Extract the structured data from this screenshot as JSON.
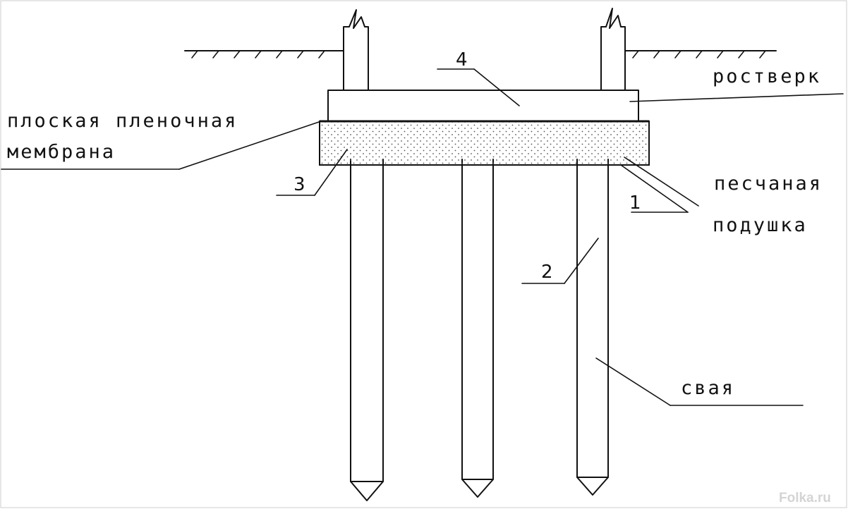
{
  "labels": {
    "rostverk": "ростверк",
    "membrane_line1": "плоская пленочная",
    "membrane_line2": "мембрана",
    "sand_line1": "песчаная",
    "sand_line2": "подушка",
    "pile": "свая"
  },
  "callouts": {
    "n1": "1",
    "n2": "2",
    "n3": "3",
    "n4": "4"
  },
  "watermark": "Folka.ru",
  "colors": {
    "line": "#111111",
    "sand_dots": "#555555",
    "watermark": "#d4d4d4"
  }
}
